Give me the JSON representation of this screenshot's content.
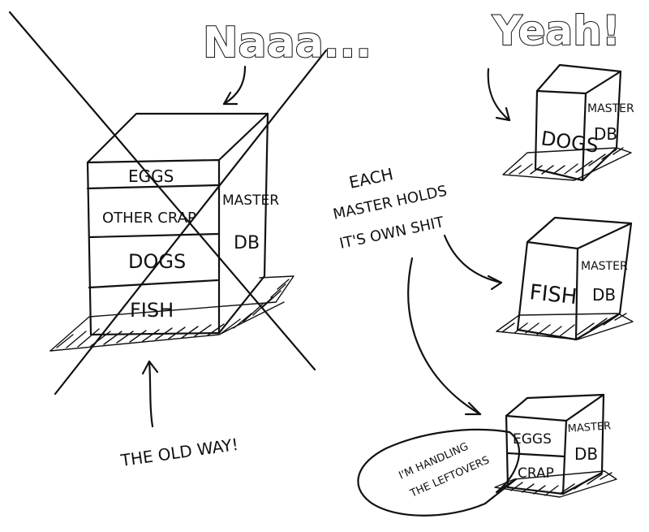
{
  "headings": {
    "naaa": "Naaa...",
    "yeah": "Yeah!"
  },
  "old_way": {
    "rows": [
      "EGGS",
      "OTHER CRAP",
      "DOGS",
      "FISH"
    ],
    "side_label_line1": "MASTER",
    "side_label_line2": "DB",
    "caption": "THE OLD WAY!"
  },
  "note": {
    "line1": "EACH",
    "line2": "MASTER HOLDS",
    "line3": "IT'S OWN SHIT"
  },
  "new_way": {
    "dogs_box": {
      "front": "DOGS",
      "side_line1": "MASTER",
      "side_line2": "DB"
    },
    "fish_box": {
      "front": "FISH",
      "side_line1": "MASTER",
      "side_line2": "DB"
    },
    "leftovers_box": {
      "front_top": "EGGS",
      "front_bottom": "CRAP",
      "side_line1": "MASTER",
      "side_line2": "DB"
    }
  },
  "speech_bubble": {
    "line1": "I'M HANDLING",
    "line2": "THE LEFTOVERS"
  },
  "colors": {
    "ink": "#111111",
    "paper": "#ffffff"
  }
}
